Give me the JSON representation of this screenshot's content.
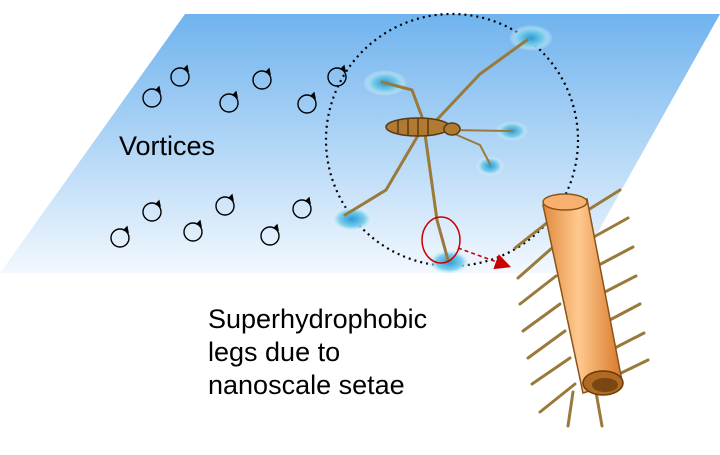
{
  "labels": {
    "vortices": "Vortices",
    "caption_lines": [
      "Superhydrophobic",
      "legs due to",
      "nanoscale setae"
    ]
  },
  "colors": {
    "water_top": "#6fb3ee",
    "water_bottom": "#eef6fd",
    "insect_body": "#9a6a2e",
    "leg": "#9a7a3a",
    "leg_tube": "#f4a458",
    "dimple": "#3aa6d8",
    "highlight_circle": "#cc0000",
    "arrow": "#cc0000"
  },
  "icons": {
    "vortex": "circular-arrow-icon",
    "insect": "water-strider",
    "leg_detail": "setae-covered-leg"
  }
}
